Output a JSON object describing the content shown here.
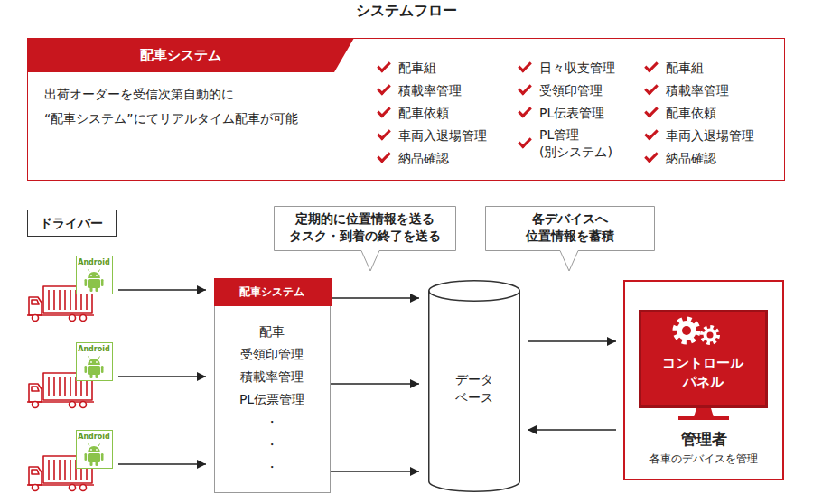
{
  "diagram": {
    "title": "システムフロー",
    "nodes": [
      {
        "text": [
          "出荷オーダーを受信次第自動的に “配車システム”にてリアルタイム配車が可能",
          "配車組",
          "積載率管理",
          "配車依頼",
          "車両入退場管理",
          "納品確認",
          "日々収支管理",
          "受領印管理",
          "PL伝表管理",
          "PL管理 (別システム)",
          "配車組",
          "積載率管理",
          "配車依頼",
          "車両入退場管理",
          "納品確認"
        ]
      },
      {
        "text": [
          "配車システム"
        ],
        "in": 0
      },
      {
        "text": [
          "ドライバー"
        ]
      },
      {
        "text": [
          "定期的に位置情報を送る タスク・到着の終了を送る"
        ]
      },
      {
        "text": [
          "各デバイスへ 位置情報を蓄積"
        ]
      },
      {
        "text": [
          "Android"
        ]
      },
      {
        "text": [
          "Android"
        ]
      },
      {
        "text": [
          "Android"
        ]
      },
      {
        "text": [
          "配車",
          "受領印管理",
          "積載率管理",
          "PL伝票管理",
          "・",
          "・",
          "・"
        ]
      },
      {
        "text": [
          "配車システム"
        ],
        "in": 8
      },
      {
        "text": [
          "データ ベース"
        ]
      },
      {
        "text": [
          "管理者",
          "各車のデバイスを管理"
        ]
      },
      {
        "text": [
          "コントロール パネル"
        ],
        "in": 11
      }
    ],
    "edges": [
      {
        "from": 5,
        "to": 8,
        "arrow": "to"
      },
      {
        "from": 6,
        "to": 8,
        "arrow": "to"
      },
      {
        "from": 7,
        "to": 8,
        "arrow": "to"
      },
      {
        "from": 8,
        "to": 10,
        "arrow": "to"
      },
      {
        "from": 8,
        "to": 10,
        "arrow": "to"
      },
      {
        "from": 8,
        "to": 10,
        "arrow": "to"
      },
      {
        "from": 10,
        "to": 11,
        "arrow": "to"
      },
      {
        "from": 11,
        "to": 10,
        "arrow": "to"
      }
    ]
  }
}
